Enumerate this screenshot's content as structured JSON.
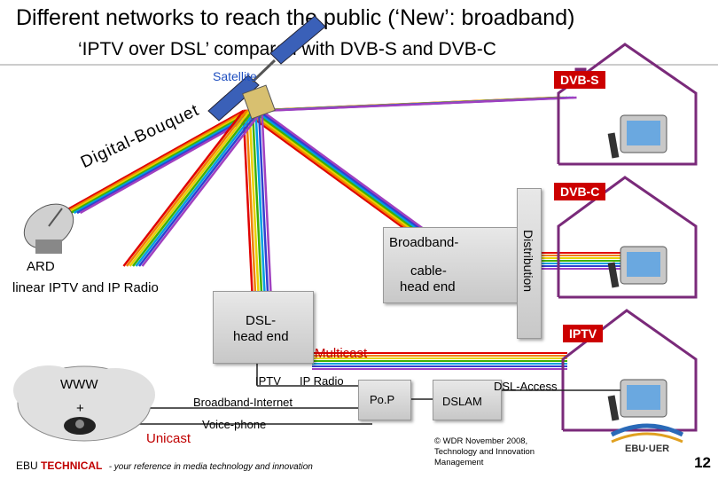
{
  "title": "Different networks to reach the public (‘New’: broadband)",
  "subtitle": "‘IPTV over DSL’ compared with DVB-S and DVB-C",
  "labels": {
    "satellite": "Satellite",
    "dvb_s": "DVB-S",
    "dvb_c": "DVB-C",
    "iptv": "IPTV",
    "digital_bouquet": "Digital-Bouquet",
    "ard": "ARD",
    "linear": "linear IPTV and IP Radio",
    "broadband_head": "Broadband-",
    "cable_head": "cable-",
    "head_end": "head end",
    "distribution": "Distribution",
    "dsl_head": "DSL-",
    "dsl_head_end": "head end",
    "multicast": "Multicast",
    "iptv_small": "IPTV",
    "ip_radio": "IP Radio",
    "broadband_internet": "Broadband-Internet",
    "voice_phone": "Voice-phone",
    "www": "WWW",
    "plus": "+",
    "unicast": "Unicast",
    "pop": "Po.P",
    "dslam": "DSLAM",
    "dsl_access": "DSL-Access"
  },
  "footer": {
    "org": "EBU",
    "technical": "TECHNICAL",
    "tagline": "- your reference in media technology and innovation",
    "copyright": "© WDR November 2008, Technology and Innovation Management",
    "logo": "EBU·UER",
    "page": "12"
  },
  "colors": {
    "badge": "#cc0000",
    "house": "#7a2a7a",
    "beams": [
      "#e00000",
      "#f08000",
      "#e8d000",
      "#40b000",
      "#00a0e0",
      "#3040d0",
      "#a040c0"
    ]
  }
}
